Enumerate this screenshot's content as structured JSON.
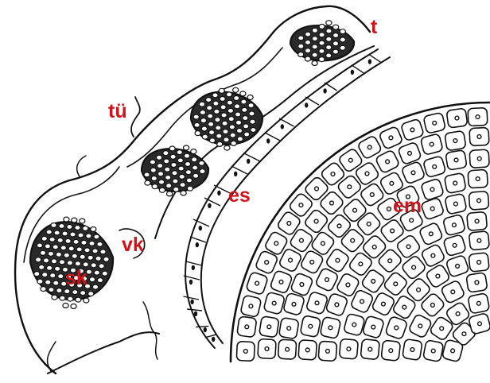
{
  "labels": {
    "t": "t",
    "tu": "tü",
    "es": "es",
    "em": "em",
    "vk": "vk",
    "sk": "sk"
  },
  "colors": {
    "label": "#d0131a",
    "ink": "#111111",
    "background": "#ffffff"
  }
}
